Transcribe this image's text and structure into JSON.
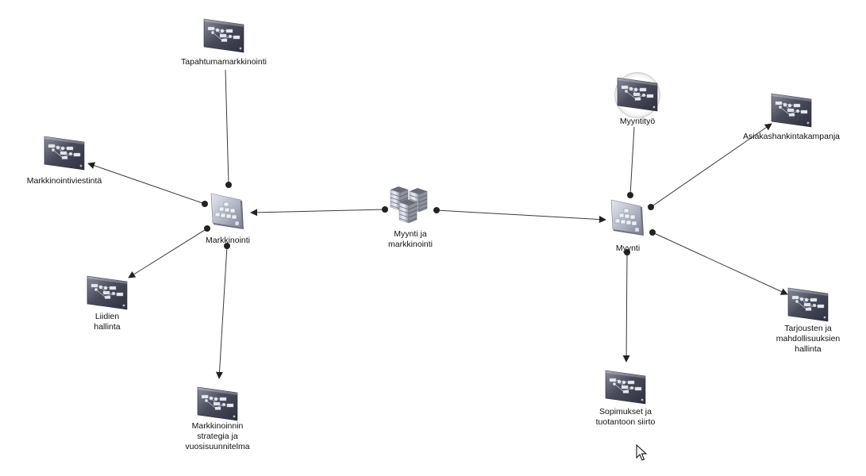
{
  "diagram": {
    "title": "Myynti ja markkinointi",
    "colors": {
      "edge": "#3a3a3a",
      "endpoint": "#222222",
      "process_card_dark": "#4a4c5c",
      "process_card_light": "#8a8c9c",
      "group_card": "#b8bcc8",
      "server": "#9a9ca8"
    },
    "nodes": [
      {
        "id": "root",
        "label": "Myynti ja\nmarkkinointi",
        "icon": "server-cluster-icon"
      },
      {
        "id": "markkinointi",
        "label": "Markkinointi",
        "icon": "process-group-icon"
      },
      {
        "id": "myynti",
        "label": "Myynti",
        "icon": "process-group-icon"
      },
      {
        "id": "tapahtuma",
        "label": "Tapahtumamarkkinointi",
        "icon": "process-flow-icon"
      },
      {
        "id": "viestinta",
        "label": "Markkinointiviestintä",
        "icon": "process-flow-icon"
      },
      {
        "id": "liidit",
        "label": "Liidien\nhallinta",
        "icon": "process-flow-icon"
      },
      {
        "id": "strategia",
        "label": "Markkinoinnin\nstrategia ja\nvuosisuunnitelma",
        "icon": "process-flow-icon"
      },
      {
        "id": "myyntityo",
        "label": "Myyntityö",
        "icon": "process-flow-icon",
        "selected": true
      },
      {
        "id": "asiakas",
        "label": "Asiakashankintakampanja",
        "icon": "process-flow-icon"
      },
      {
        "id": "tarjoukset",
        "label": "Tarjousten ja\nmahdollisuuksien\nhallinta",
        "icon": "process-flow-icon"
      },
      {
        "id": "sopimukset",
        "label": "Sopimukset ja\ntuotantoon siirto",
        "icon": "process-flow-icon"
      }
    ],
    "edges": [
      {
        "from": "root",
        "to": "markkinointi"
      },
      {
        "from": "root",
        "to": "myynti"
      },
      {
        "from": "markkinointi",
        "to": "tapahtuma",
        "arrow": "none"
      },
      {
        "from": "markkinointi",
        "to": "viestinta"
      },
      {
        "from": "markkinointi",
        "to": "liidit"
      },
      {
        "from": "markkinointi",
        "to": "strategia"
      },
      {
        "from": "myynti",
        "to": "myyntityo",
        "arrow": "none"
      },
      {
        "from": "myynti",
        "to": "asiakas"
      },
      {
        "from": "myynti",
        "to": "tarjoukset"
      },
      {
        "from": "myynti",
        "to": "sopimukset"
      }
    ]
  }
}
